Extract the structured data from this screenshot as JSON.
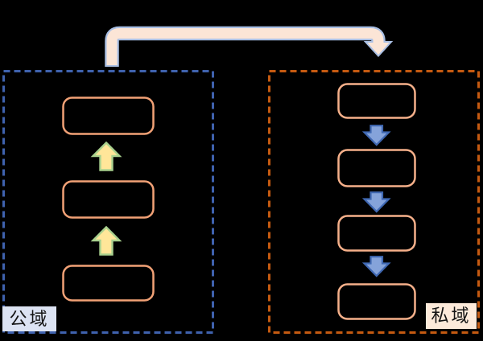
{
  "canvas": {
    "background_color": "#000000"
  },
  "top_connector": {
    "description": "bent elbow arrow from public domain box to private domain box",
    "direction": "left-to-right-then-down",
    "fill_color": "#fbe5d6",
    "border_color": "#a9bfe4"
  },
  "public_domain": {
    "label": "公域",
    "label_bg_color": "#dce3f3",
    "box_border_color": "#3f62ae",
    "box_border_style": "dashed",
    "node_count": 3,
    "node_border_color": "#f1a176",
    "flow_direction": "up",
    "flow_arrow_fill": "#ffe699",
    "flow_arrow_border": "#a9d18e"
  },
  "private_domain": {
    "label": "私域",
    "label_bg_color": "#fdeada",
    "box_border_color": "#c55a11",
    "box_border_style": "dashed",
    "node_count": 4,
    "node_border_color": "#f6b08a",
    "flow_direction": "down",
    "flow_arrow_fill": "#85a3da",
    "flow_arrow_border": "#3f68b3"
  }
}
